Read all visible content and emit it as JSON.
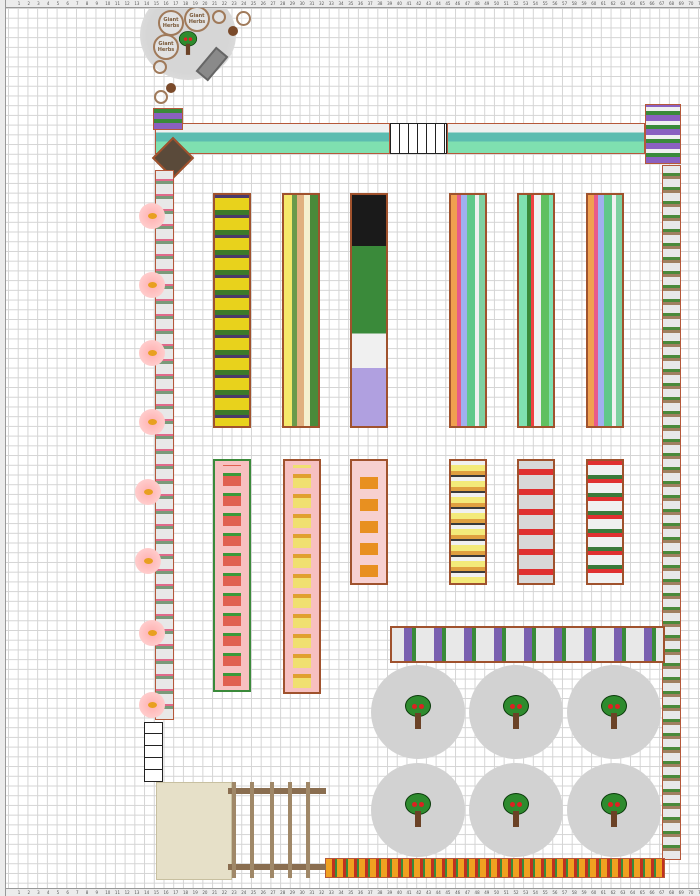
{
  "herb_labels": [
    "Giant Herbs",
    "Giant Herbs",
    "Giant Herbs"
  ],
  "ruler": {
    "top_max": 71,
    "left_max": 91
  },
  "colors": {
    "bed_border": "#a0522d",
    "grid": "#d4d4d4",
    "tree_canopy": "#d2d2d2"
  }
}
